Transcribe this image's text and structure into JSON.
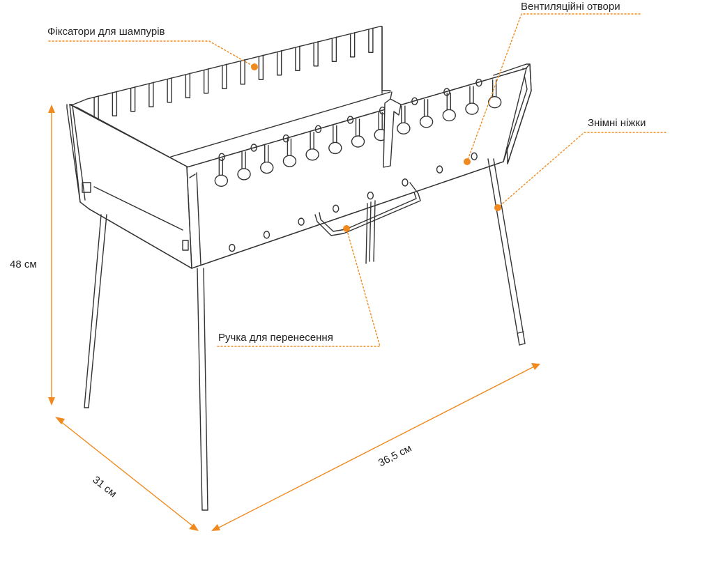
{
  "accent_color": "#f08a1e",
  "line_color": "#333333",
  "callouts": {
    "skewer_holders": "Фіксатори для шампурів",
    "vent_holes": "Вентиляційні отвори",
    "removable_legs": "Знімні ніжки",
    "carry_handle": "Ручка для перенесення"
  },
  "dimensions": {
    "height": "48 см",
    "depth": "31 см",
    "length": "36,5 см"
  }
}
